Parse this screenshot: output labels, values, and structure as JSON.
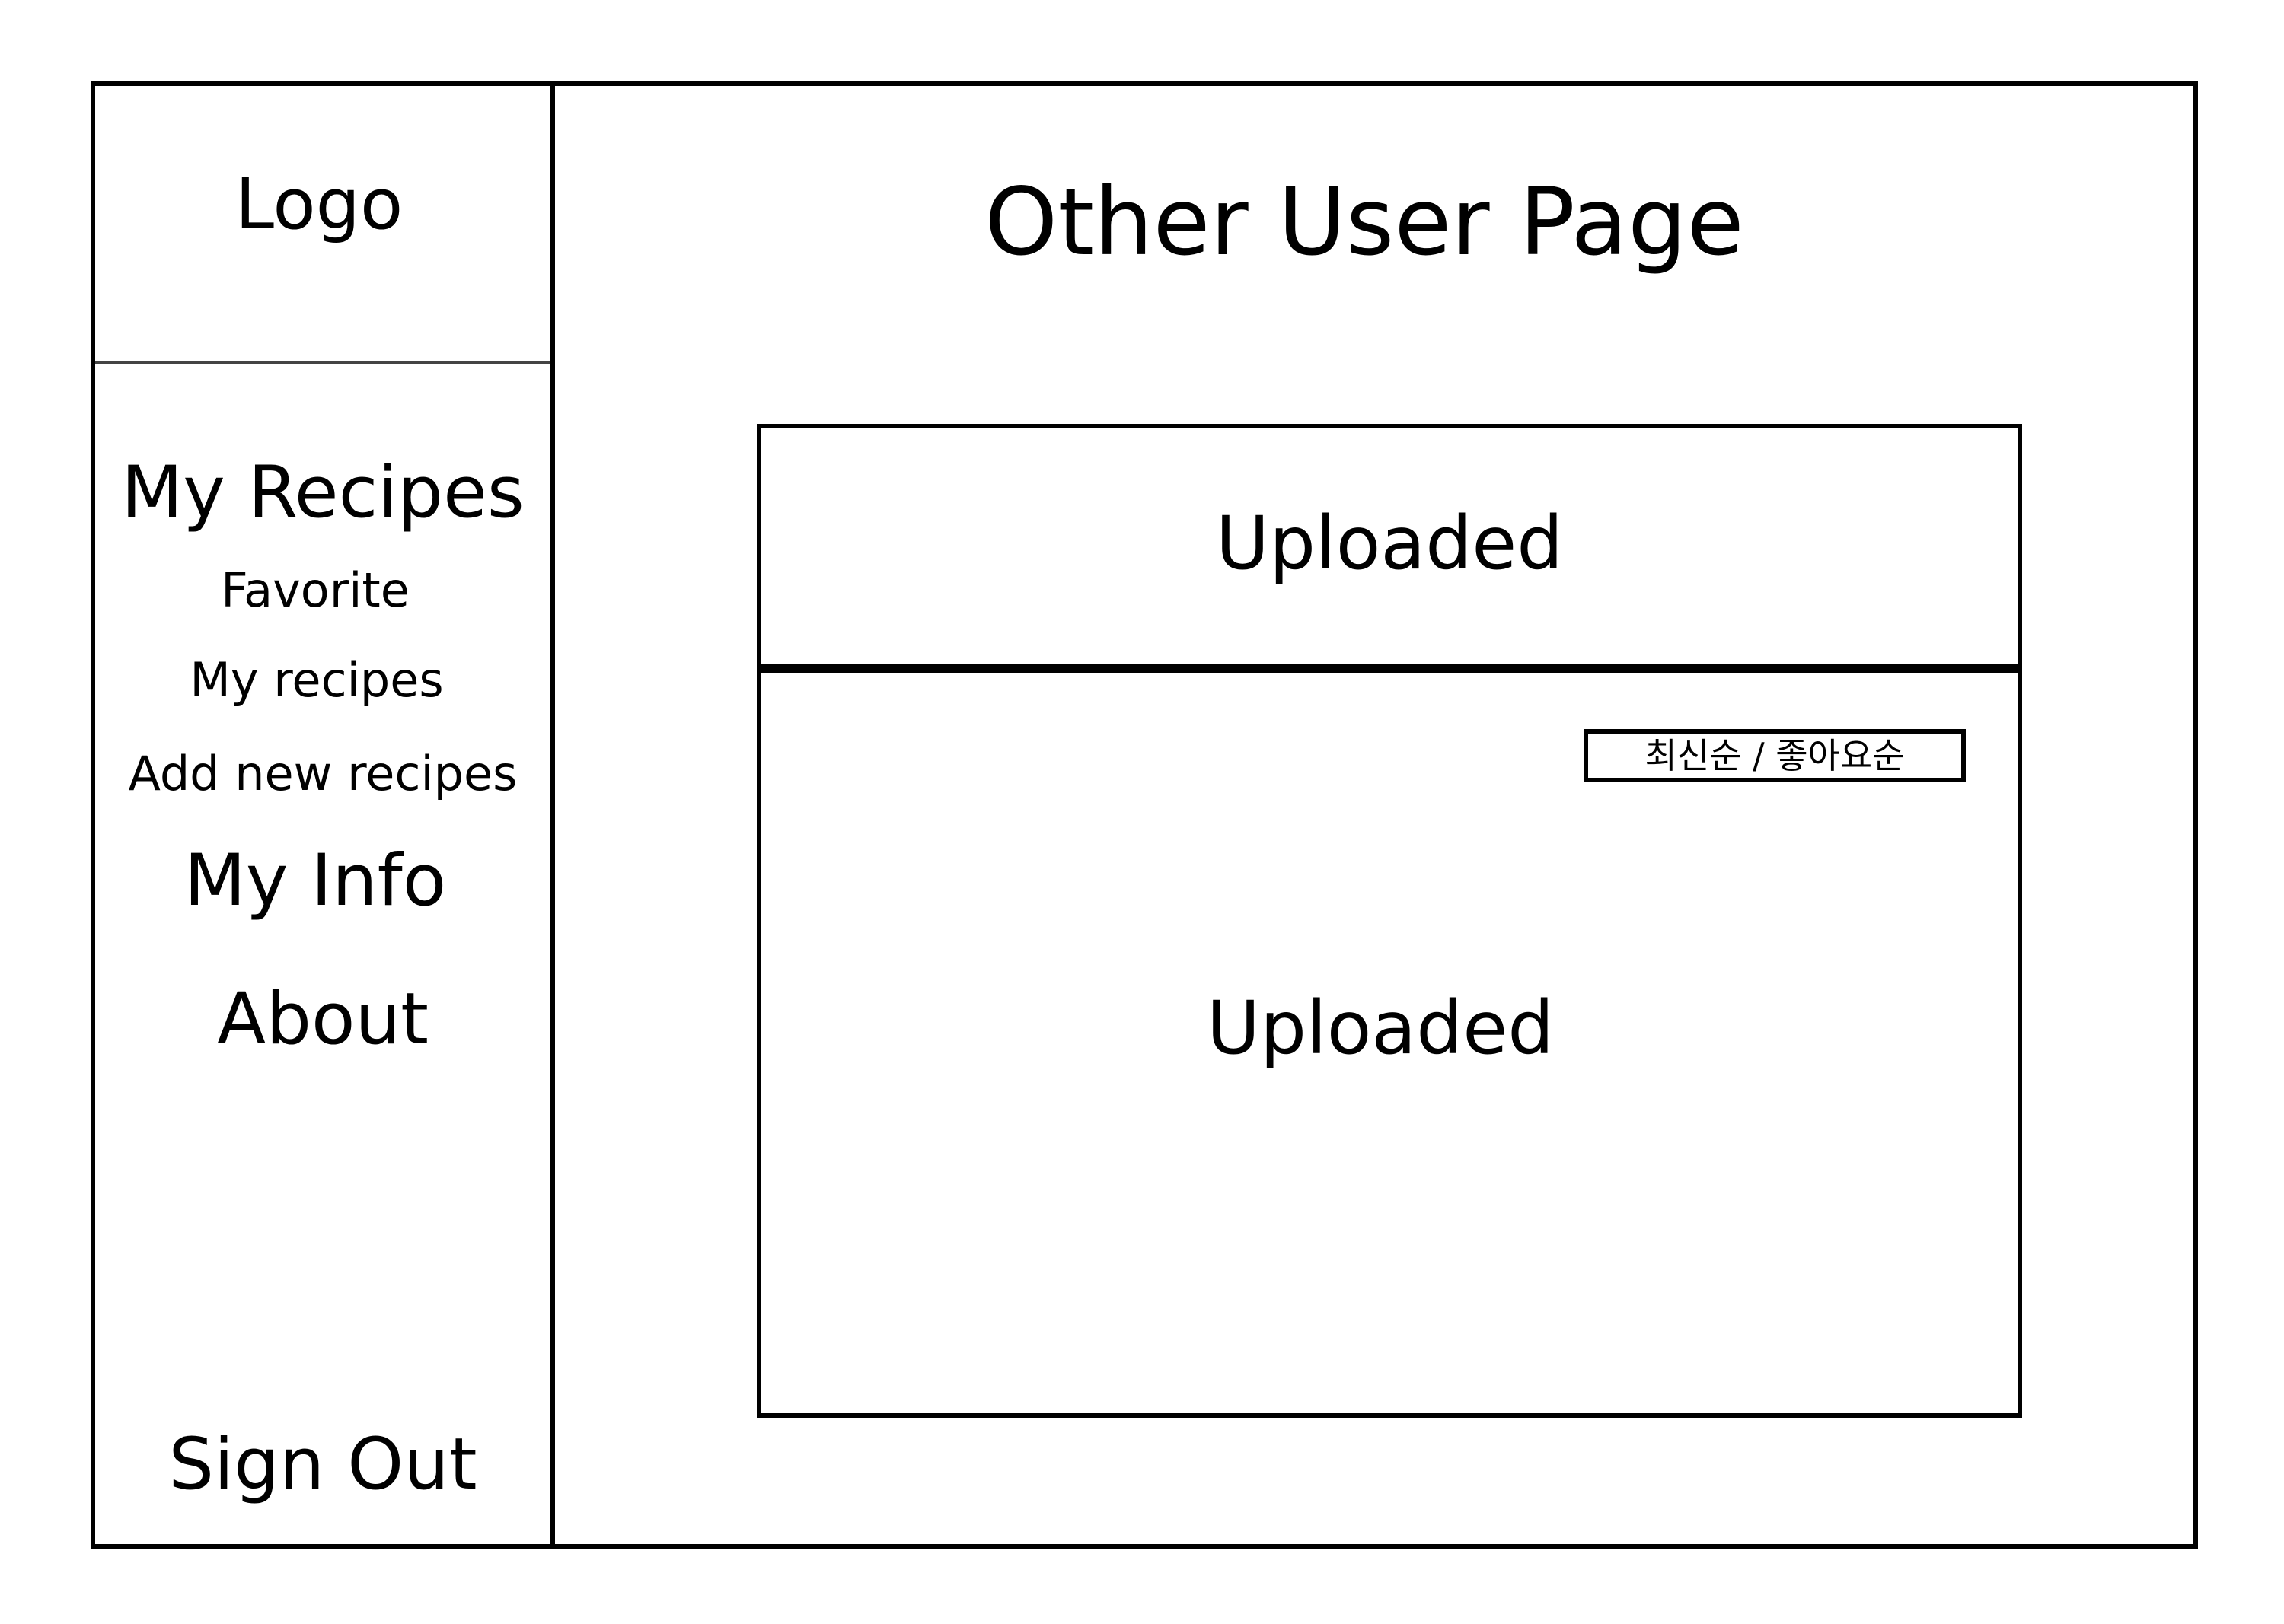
{
  "sidebar": {
    "logo": "Logo",
    "nav": {
      "my_recipes": "My Recipes",
      "favorite": "Favorite",
      "my_recipes_sub": "My recipes",
      "add_new_recipes": "Add new recipes",
      "my_info": "My Info",
      "about": "About",
      "sign_out": "Sign Out"
    }
  },
  "main": {
    "title": "Other User Page",
    "panel": {
      "header": "Uploaded",
      "sort_label": "최신순 / 좋아요순",
      "body": "Uploaded"
    }
  }
}
